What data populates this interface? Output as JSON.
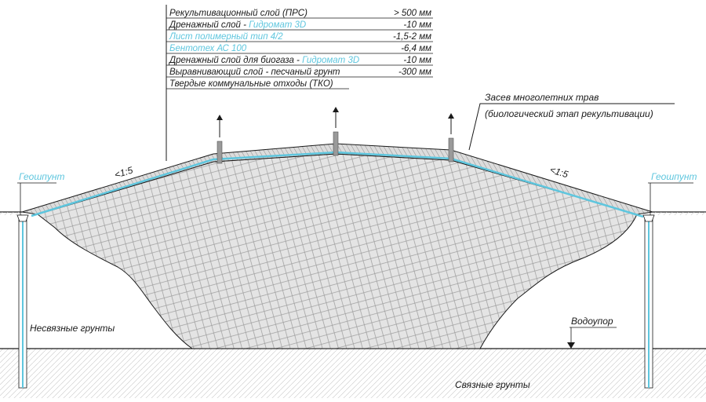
{
  "colors": {
    "accent": "#5ec6de",
    "line": "#1a1a1a",
    "waste_fill": "#e0e0e0"
  },
  "layers": [
    {
      "label": "Рекультивационный слой (ПРС)",
      "value": "> 500 мм",
      "color": "black"
    },
    {
      "label": "Дренажный слой - ",
      "material": "Гидромат 3D",
      "value": "-10 мм",
      "color": "black"
    },
    {
      "label": "Лист полимерный тип 4/2",
      "value": "-1,5-2 мм",
      "color": "cyan"
    },
    {
      "label": "Бентотех АС 100",
      "value": "-6,4 мм",
      "color": "cyan"
    },
    {
      "label": "Дренажный слой для биогаза - ",
      "material": "Гидромат 3D",
      "value": "-10 мм",
      "color": "black"
    },
    {
      "label": "Выравнивающий слой - песчаный грунт",
      "value": "-300 мм",
      "color": "black"
    },
    {
      "label": "Твердые коммунальные отходы (ТКО)",
      "value": "",
      "color": "black"
    }
  ],
  "labels": {
    "grass_line1": "Засев многолетних трав",
    "grass_line2": "(биологический этап рекультивации)",
    "slope_left": "<1:5",
    "slope_right": "<1:5",
    "geoshpunt_left": "Геошпунт",
    "geoshpunt_right": "Геошпунт",
    "vodoupor": "Водоупор",
    "loose_soil": "Несвязные грунты",
    "cohesive_soil": "Связные грунты"
  }
}
